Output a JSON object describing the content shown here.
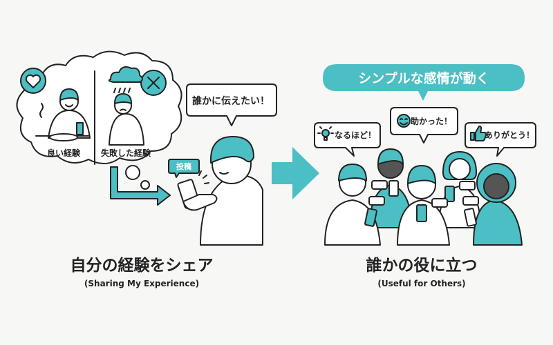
{
  "colors": {
    "accent": "#4bbfc4",
    "background": "#f7f7f5",
    "ink": "#222222"
  },
  "left": {
    "thought": {
      "good_label": "良い経験",
      "bad_label": "失敗した経験",
      "good_icon": "heart-icon",
      "bad_icon": "x-icon"
    },
    "speech": "誰かに伝えたい！",
    "post_tag": "投稿",
    "title": "自分の経験をシェア",
    "subtitle": "(Sharing My Experience)"
  },
  "right": {
    "banner": "シンプルな感情が動く",
    "bubbles": [
      {
        "text": "なるほど！",
        "icon": "lightbulb-icon"
      },
      {
        "text": "助かった！",
        "icon": "smile-icon"
      },
      {
        "text": "ありがとう！",
        "icon": "thumbs-up-icon"
      }
    ],
    "title": "誰かの役に立つ",
    "subtitle": "(Useful for Others)"
  }
}
